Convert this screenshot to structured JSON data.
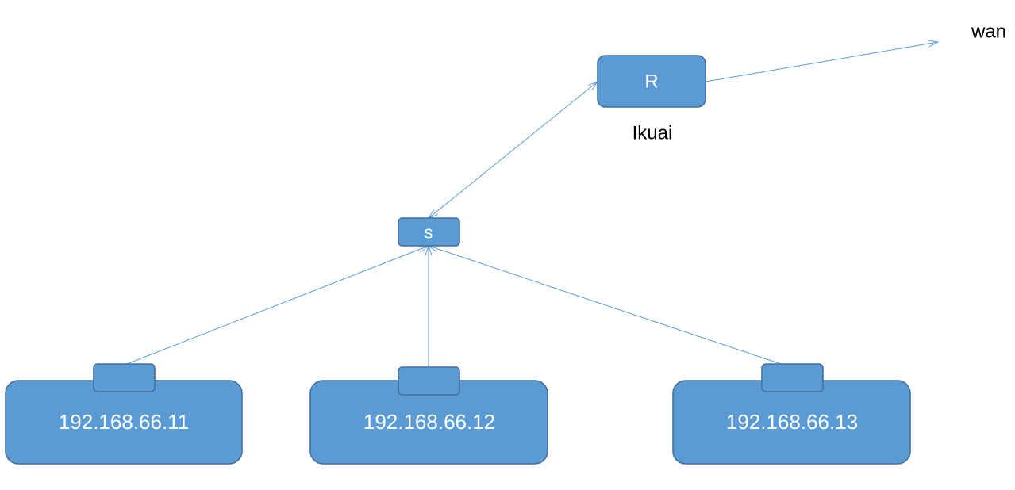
{
  "diagram": {
    "router": {
      "label": "R",
      "caption": "Ikuai"
    },
    "switch": {
      "label": "s"
    },
    "wan_label": "wan",
    "hosts": [
      {
        "label": "192.168.66.11"
      },
      {
        "label": "192.168.66.12"
      },
      {
        "label": "192.168.66.13"
      }
    ]
  },
  "colors": {
    "node_fill": "#5b9bd5",
    "node_border": "#41719c",
    "link": "#5b9bd5",
    "node_text": "#ffffff"
  }
}
